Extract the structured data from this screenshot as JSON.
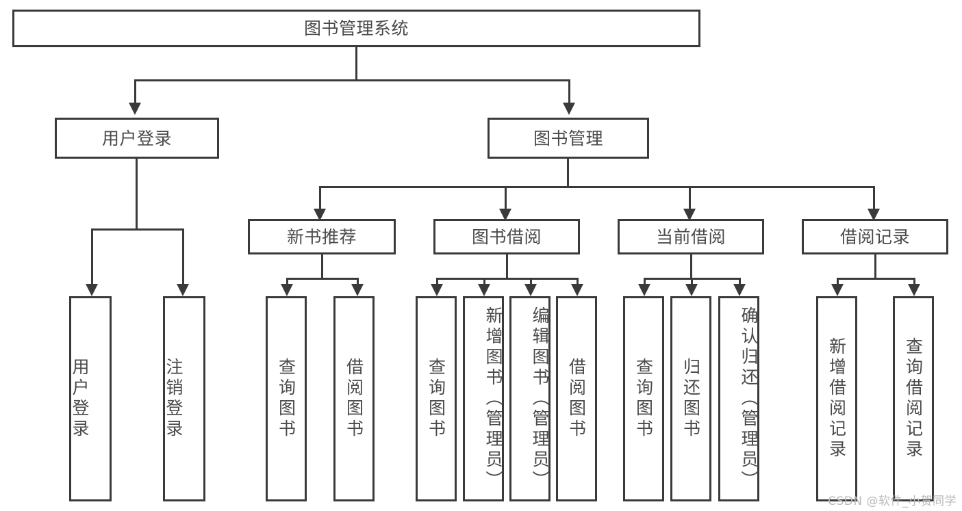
{
  "diagram": {
    "type": "tree-hierarchy-chart",
    "title": "图书管理系统",
    "line_color": "#3a3a3a",
    "text_color": "#4a4a4a",
    "background": "#ffffff",
    "root": {
      "label": "图书管理系统"
    },
    "level2": [
      {
        "label": "用户登录"
      },
      {
        "label": "图书管理"
      }
    ],
    "level3": [
      {
        "label": "新书推荐"
      },
      {
        "label": "图书借阅"
      },
      {
        "label": "当前借阅"
      },
      {
        "label": "借阅记录"
      }
    ],
    "leaves": {
      "user_login": [
        {
          "label": "用户登录"
        },
        {
          "label": "注销登录"
        }
      ],
      "new_book_recommend": [
        {
          "label": "查询图书"
        },
        {
          "label": "借阅图书"
        }
      ],
      "book_borrow": [
        {
          "label": "查询图书"
        },
        {
          "label": "新增图书（管理员）"
        },
        {
          "label": "编辑图书（管理员）"
        },
        {
          "label": "借阅图书"
        }
      ],
      "current_borrow": [
        {
          "label": "查询图书"
        },
        {
          "label": "归还图书"
        },
        {
          "label": "确认归还（管理员）"
        }
      ],
      "borrow_records": [
        {
          "label": "新增借阅记录"
        },
        {
          "label": "查询借阅记录"
        }
      ]
    }
  },
  "watermark": {
    "text": "CSDN @软件_小贺同学"
  }
}
